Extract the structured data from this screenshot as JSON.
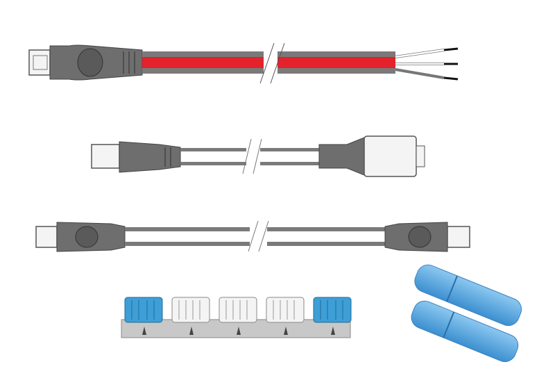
{
  "image": {
    "subject": "cable-and-connector-set",
    "colors": {
      "background": "#ffffff",
      "overmold_grey": "#6e6e6e",
      "cable_grey": "#7a7a7a",
      "power_red": "#e3222b",
      "plug_white": "#f4f4f4",
      "outline": "#555555",
      "connector_blue": "#3d9fd6",
      "terminator_blue": "#6aaee6"
    },
    "items": [
      {
        "name": "power-cable",
        "icon": "cable-break-icon"
      },
      {
        "name": "adaptor-cable",
        "icon": "cable-break-icon"
      },
      {
        "name": "backbone-cable",
        "icon": "cable-break-icon"
      },
      {
        "name": "five-way-connector",
        "icon": "connector-block-icon"
      },
      {
        "name": "terminators",
        "icon": "terminator-icon"
      }
    ]
  }
}
